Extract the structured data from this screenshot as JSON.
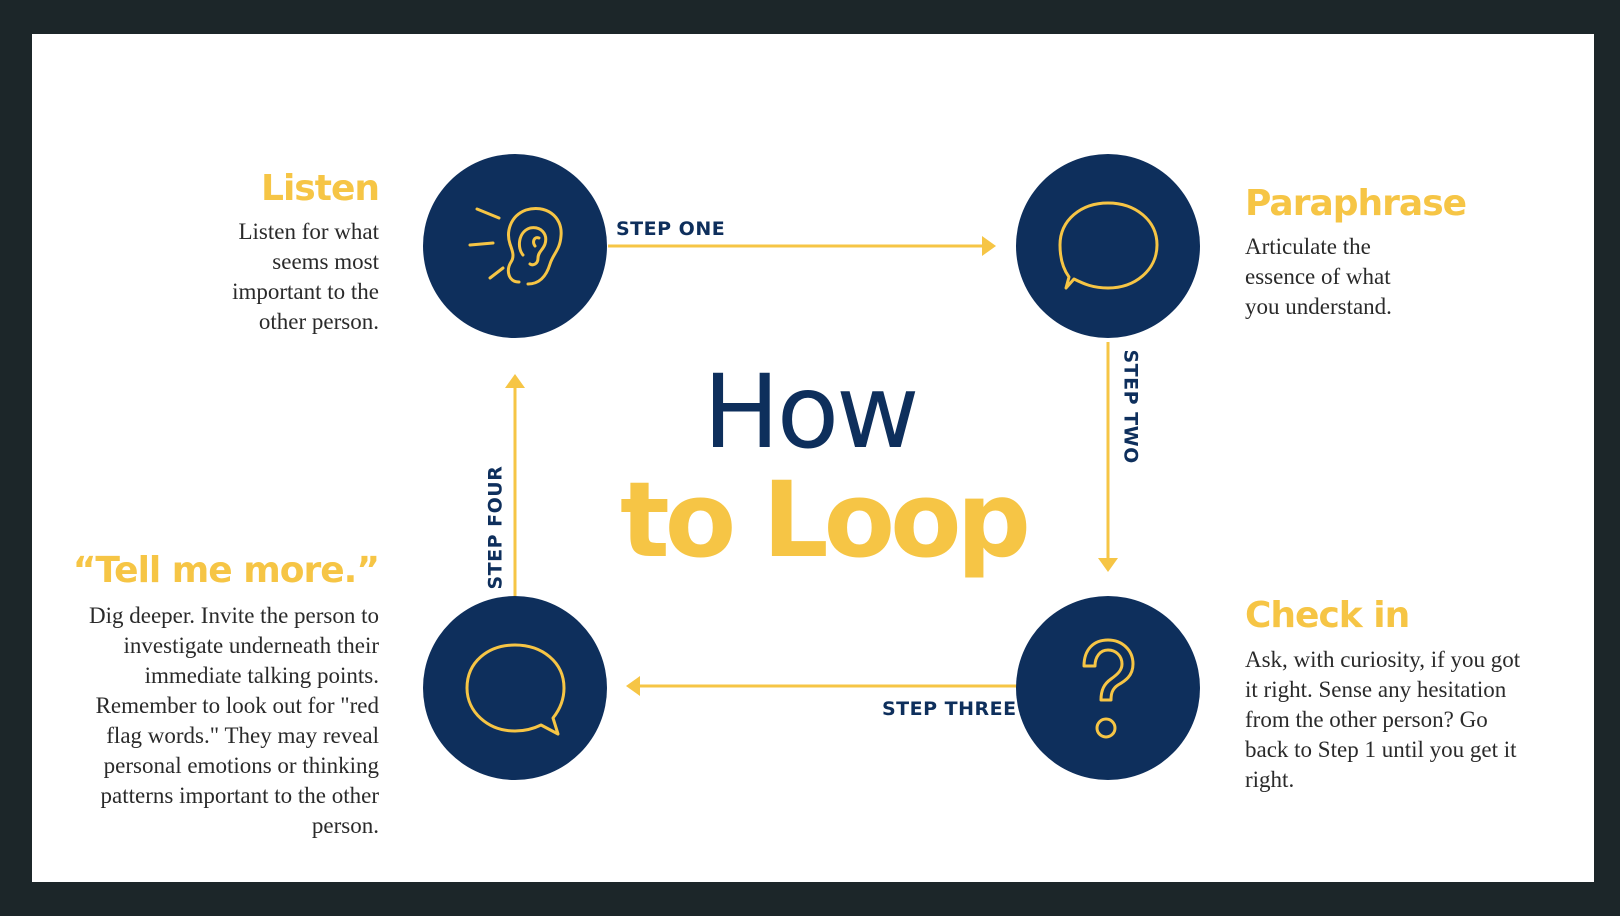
{
  "title": {
    "line1": "How",
    "line2": "to Loop"
  },
  "steps": [
    {
      "label": "STEP ONE",
      "heading": "Listen",
      "icon": "ear-icon",
      "body": "Listen for what seems most important to the other person."
    },
    {
      "label": "STEP TWO",
      "heading": "Paraphrase",
      "icon": "speech-bubble-icon",
      "body": "Articulate the essence of what you understand."
    },
    {
      "label": "STEP THREE",
      "heading": "Check in",
      "icon": "question-mark-icon",
      "body": "Ask, with curiosity, if you got it right. Sense any hesitation from the other person? Go back to Step 1 until you get it right."
    },
    {
      "label": "STEP FOUR",
      "heading": "“Tell me more.”",
      "icon": "speech-bubble-icon",
      "body": "Dig deeper. Invite the person to investigate underneath their immediate talking points. Remember to look out for \"red flag words.\" They may reveal personal emotions or thinking patterns important to the other person."
    }
  ],
  "colors": {
    "navy": "#0e2f5c",
    "gold": "#f6c545",
    "background": "#1c2629",
    "card": "#ffffff"
  }
}
